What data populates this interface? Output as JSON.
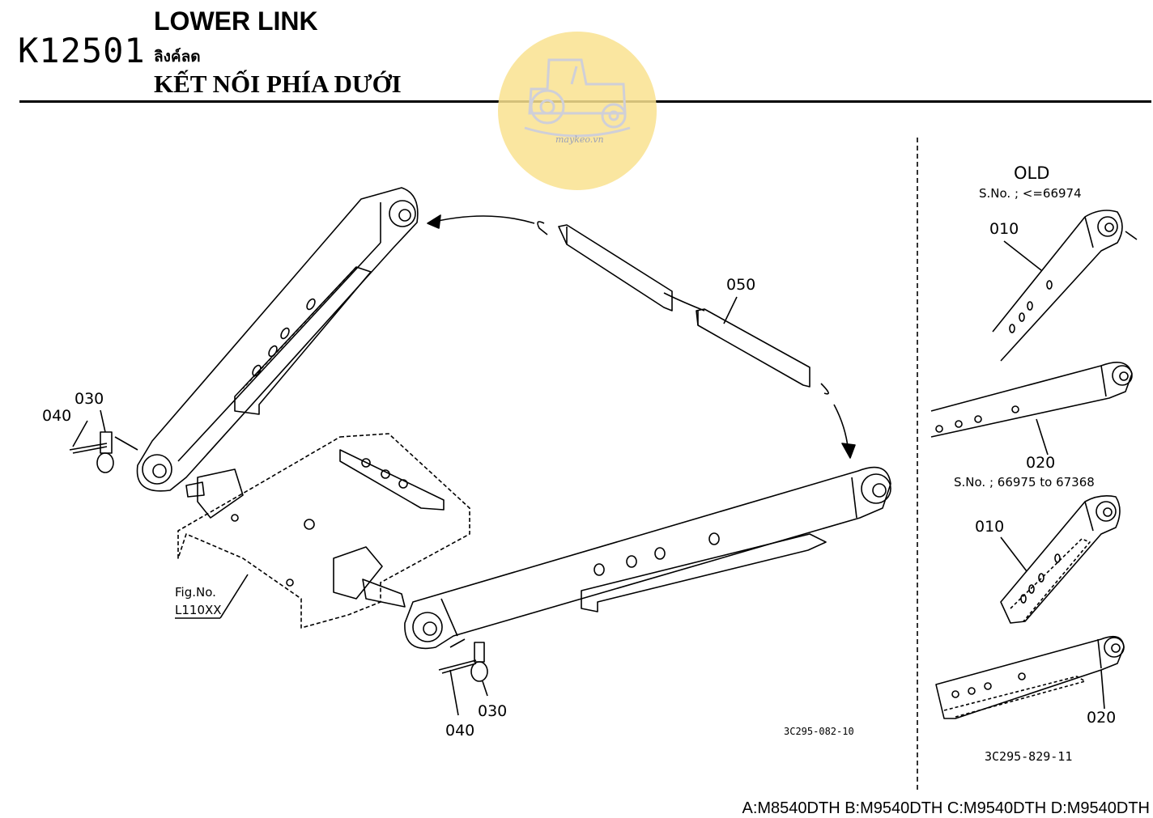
{
  "header": {
    "code": "K12501",
    "title_en": "LOWER LINK",
    "title_th": "ลิงค์ลด",
    "title_vi": "KẾT NỐI PHÍA DƯỚI"
  },
  "watermark": {
    "text": "maykeo.vn",
    "color": "#f7e08e"
  },
  "main": {
    "callouts": {
      "c040_left": "040",
      "c030_left": "030",
      "c050": "050",
      "c030_bottom": "030",
      "c040_bottom": "040"
    },
    "fig_ref_line1": "Fig.No.",
    "fig_ref_line2": "L110XX",
    "drawing_code": "3C295-082-10"
  },
  "side": {
    "old_label": "OLD",
    "sno_old": "S.No. ; <=66974",
    "c010_top": "010",
    "c020_top": "020",
    "sno_range": "S.No. ; 66975 to 67368",
    "c010_bottom": "010",
    "c020_bottom": "020",
    "drawing_code": "3C295-829-11"
  },
  "footer": {
    "models": "A:M8540DTH B:M9540DTH C:M9540DTH D:M9540DTH"
  }
}
